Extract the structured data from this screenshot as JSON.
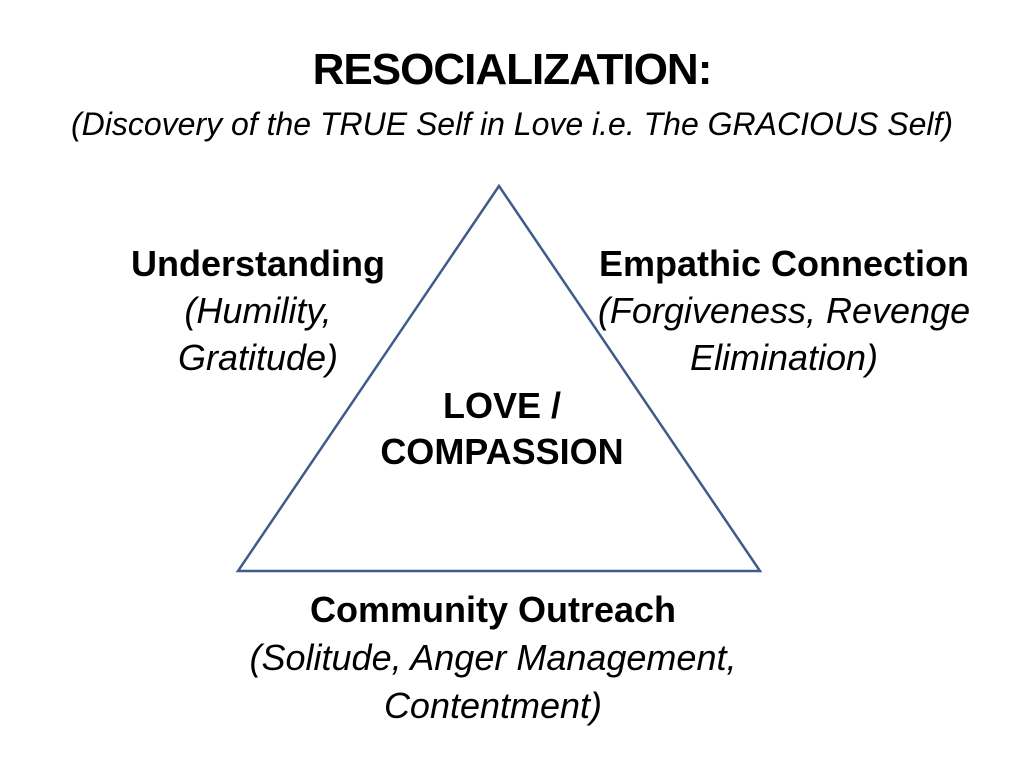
{
  "slide": {
    "title": "RESOCIALIZATION:",
    "subtitle": "(Discovery of the TRUE Self in Love i.e. The GRACIOUS Self)",
    "colors": {
      "background": "#ffffff",
      "text": "#000000",
      "triangle_stroke": "#3E5C8A"
    },
    "triangle": {
      "center_label": {
        "line1": "LOVE /",
        "line2": "COMPASSION"
      }
    },
    "labels": {
      "left": {
        "heading": "Understanding",
        "sub_line1": "(Humility,",
        "sub_line2": "Gratitude)"
      },
      "right": {
        "heading": "Empathic Connection",
        "sub_line1": "(Forgiveness, Revenge",
        "sub_line2": "Elimination)"
      },
      "bottom": {
        "heading": "Community Outreach",
        "sub_line1": "(Solitude, Anger Management,",
        "sub_line2": "Contentment)"
      }
    }
  }
}
